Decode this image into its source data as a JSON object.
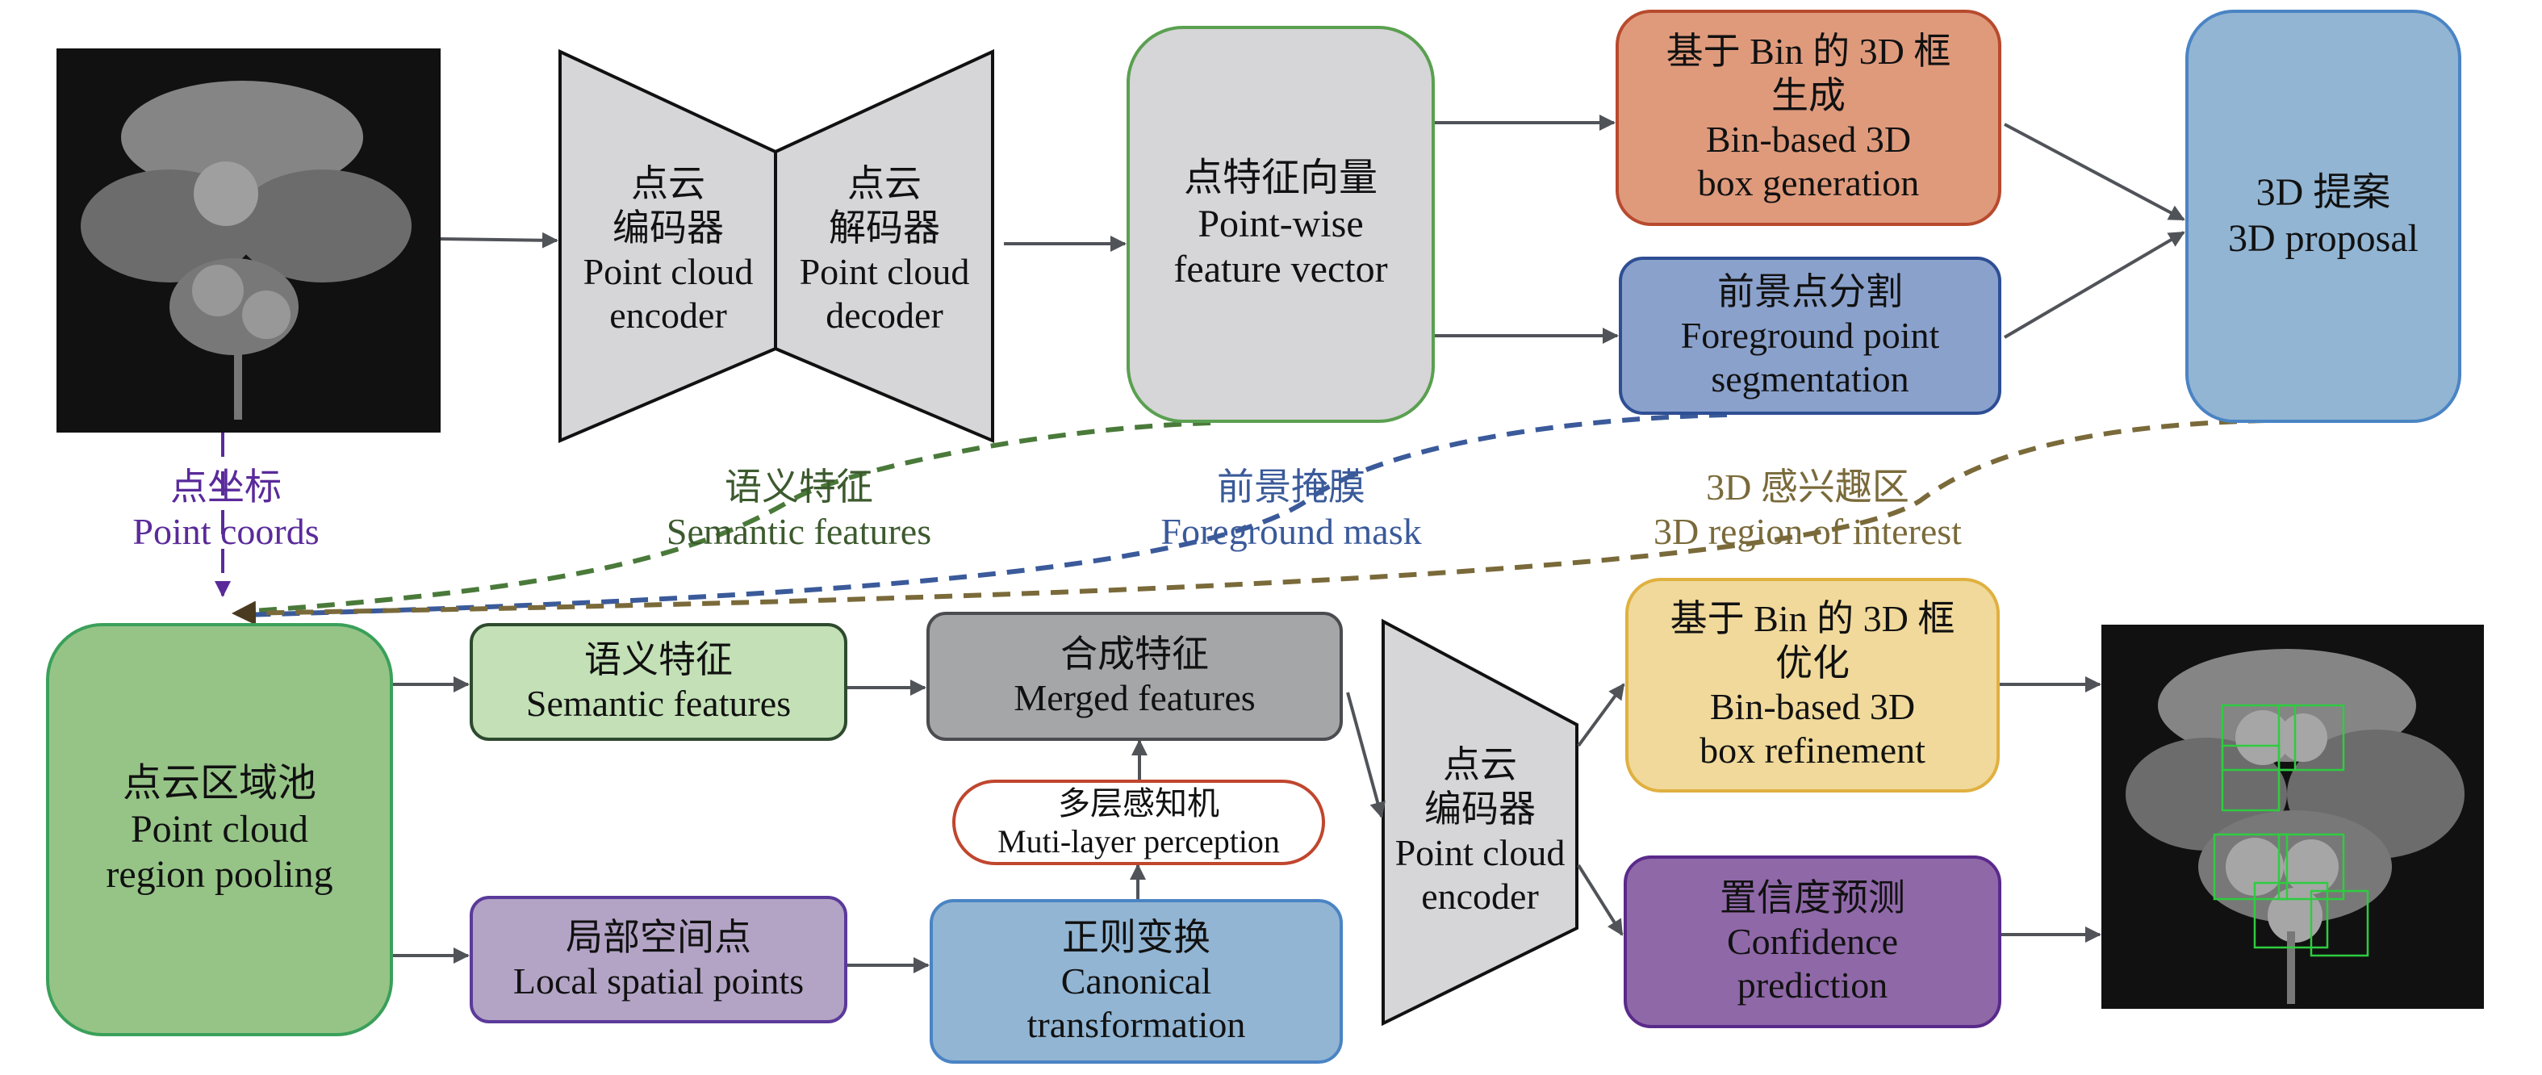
{
  "colors": {
    "arrow": "#505358",
    "semantic_line": "#4a7a3a",
    "foreground_line": "#3a5a9a",
    "roi_line": "#7a6a3a",
    "coords_line": "#5a2a9a",
    "box_green_fill": "#96c487",
    "box_green_border": "#3aa05a",
    "box_lightgreen_fill": "#c3e0b6",
    "box_gray_fill": "#d6d5d7",
    "box_darkgray_fill": "#a5a6a8",
    "box_orange_fill": "#df9a7c",
    "box_orange_border": "#b84a2e",
    "box_blue_fill": "#8aa1cc",
    "box_blue_border": "#2e4e94",
    "box_skyblue_fill": "#92b5d3",
    "box_skyblue_border": "#4a84c4",
    "box_purple_fill": "#b3a4c6",
    "box_purple_border": "#5a3a9a",
    "box_violet_fill": "#8f68a8",
    "box_violet_border": "#5a2a8a",
    "box_yellow_fill": "#f0d99a",
    "box_yellow_border": "#e0b040",
    "mlp_border": "#c0462e"
  },
  "stage1": {
    "input_image": {
      "label": "input point cloud image",
      "icon": "plant-point-cloud-icon"
    },
    "encoder": {
      "zh": "点云\n编码器",
      "zh_lines": [
        "点云",
        "编码器"
      ],
      "en_lines": [
        "Point cloud",
        "encoder"
      ]
    },
    "decoder": {
      "zh_lines": [
        "点云",
        "解码器"
      ],
      "en_lines": [
        "Point cloud",
        "decoder"
      ]
    },
    "feature_vector": {
      "zh_lines": [
        "点特征向量"
      ],
      "en_lines": [
        "Point-wise",
        "feature vector"
      ]
    },
    "bin_generation": {
      "zh_lines": [
        "基于 Bin 的 3D 框",
        "生成"
      ],
      "en_lines": [
        "Bin-based 3D",
        "box generation"
      ]
    },
    "foreground_seg": {
      "zh_lines": [
        "前景点分割"
      ],
      "en_lines": [
        "Foreground point",
        "segmentation"
      ]
    },
    "proposal": {
      "zh_lines": [
        "3D 提案"
      ],
      "en_lines": [
        "3D proposal"
      ]
    }
  },
  "connectors": {
    "point_coords": {
      "zh": "点坐标",
      "en": "Point coords"
    },
    "semantic_features": {
      "zh": "语义特征",
      "en": "Semantic features"
    },
    "foreground_mask": {
      "zh": "前景掩膜",
      "en": "Foreground mask"
    },
    "roi": {
      "zh": "3D 感兴趣区",
      "en": "3D region of interest"
    }
  },
  "stage2": {
    "region_pooling": {
      "zh_lines": [
        "点云区域池"
      ],
      "en_lines": [
        "Point cloud",
        "region pooling"
      ]
    },
    "semantic_features": {
      "zh_lines": [
        "语义特征"
      ],
      "en_lines": [
        "Semantic features"
      ]
    },
    "merged_features": {
      "zh_lines": [
        "合成特征"
      ],
      "en_lines": [
        "Merged features"
      ]
    },
    "mlp": {
      "zh_lines": [
        "多层感知机"
      ],
      "en_lines": [
        "Muti-layer perception"
      ]
    },
    "local_spatial": {
      "zh_lines": [
        "局部空间点"
      ],
      "en_lines": [
        "Local spatial points"
      ]
    },
    "canonical": {
      "zh_lines": [
        "正则变换"
      ],
      "en_lines": [
        "Canonical",
        "transformation"
      ]
    },
    "encoder": {
      "zh_lines": [
        "点云",
        "编码器"
      ],
      "en_lines": [
        "Point cloud",
        "encoder"
      ]
    },
    "bin_refinement": {
      "zh_lines": [
        "基于 Bin 的 3D 框",
        "优化"
      ],
      "en_lines": [
        "Bin-based 3D",
        "box refinement"
      ]
    },
    "confidence": {
      "zh_lines": [
        "置信度预测"
      ],
      "en_lines": [
        "Confidence",
        "prediction"
      ]
    },
    "output_image": {
      "label": "detection result image",
      "icon": "plant-detection-result-icon"
    }
  }
}
